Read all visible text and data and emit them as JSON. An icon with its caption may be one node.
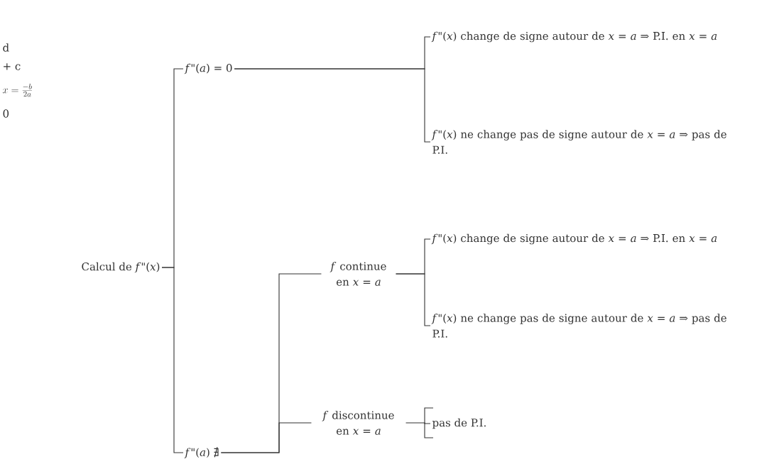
{
  "diagram": {
    "nodes": [
      {
        "text": [
          "Calcul de *f*\"(*x*)"
        ]
      },
      {
        "text": [
          "*f*\"(*a*) = 0"
        ]
      },
      {
        "text": [
          "*f*\"(*a*) ∄"
        ]
      },
      {
        "text": [
          "*f* continue en *x* = *a*"
        ]
      },
      {
        "text": [
          "*f* discontinue en *x* = *a*"
        ]
      },
      {
        "text": [
          "*f*\"(*x*) change de signe autour de *x* = *a* ⇒ P.I. en *x* = *a*"
        ]
      },
      {
        "text": [
          "*f*\"(*x*) ne change pas de signe autour de *x* = *a* ⇒ pas de P.I."
        ]
      },
      {
        "text": [
          "*f*\"(*x*) change de signe autour de *x* = *a* ⇒ P.I. en *x* = *a*"
        ]
      },
      {
        "text": [
          "*f*\"(*x*) ne change pas de signe autour de *x* = *a* ⇒ pas de P.I."
        ]
      },
      {
        "text": [
          "pas de P.I."
        ]
      }
    ],
    "edges": [
      {
        "from": 0,
        "to": 1,
        "arrow": "none"
      },
      {
        "from": 0,
        "to": 2,
        "arrow": "none"
      },
      {
        "from": 1,
        "to": 5,
        "arrow": "none"
      },
      {
        "from": 1,
        "to": 6,
        "arrow": "none"
      },
      {
        "from": 2,
        "to": 3,
        "arrow": "none"
      },
      {
        "from": 2,
        "to": 4,
        "arrow": "none"
      },
      {
        "from": 3,
        "to": 7,
        "arrow": "none"
      },
      {
        "from": 3,
        "to": 8,
        "arrow": "none"
      },
      {
        "from": 4,
        "to": 9,
        "arrow": "none"
      }
    ],
    "labels": [
      "d",
      "+ c",
      "x = \\frac{-b}{2a}",
      "0"
    ]
  }
}
